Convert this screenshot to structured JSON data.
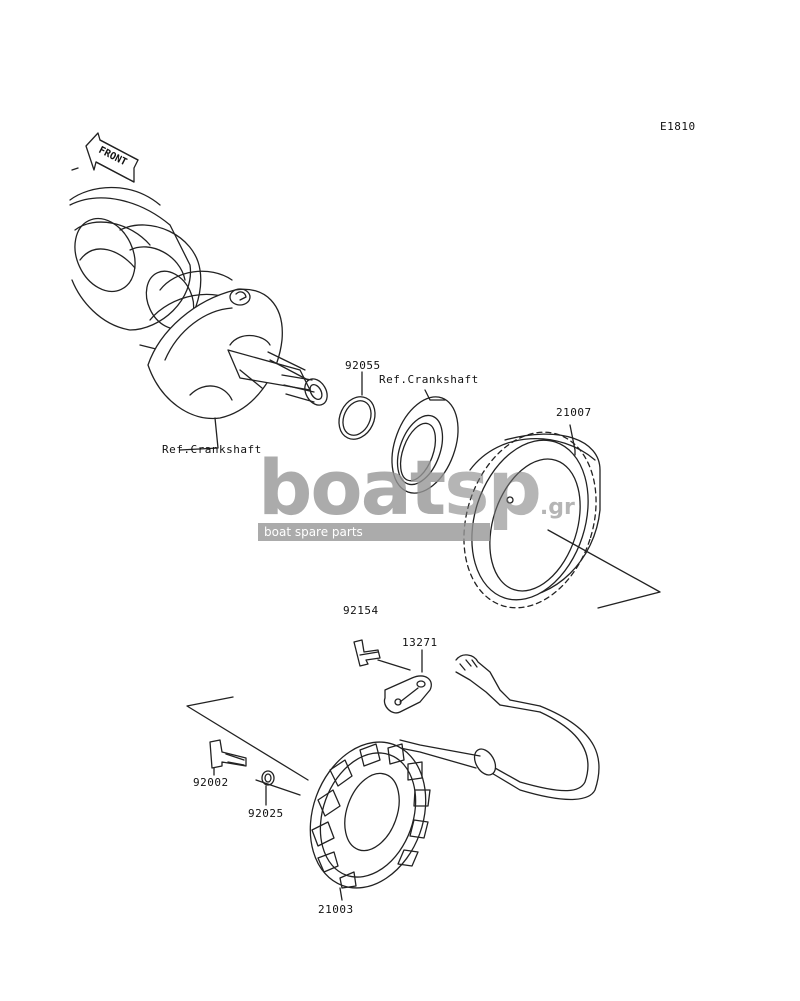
{
  "diagram_code": "E1810",
  "front_marker": "FRONT",
  "labels": {
    "ref_crankshaft_1": "Ref.Crankshaft",
    "ref_crankshaft_2": "Ref.Crankshaft",
    "p92055": "92055",
    "p21007": "21007",
    "p92154": "92154",
    "p13271": "13271",
    "p92002": "92002",
    "p92025": "92025",
    "p21003": "21003"
  },
  "watermark": {
    "brand_a": "boat",
    "brand_b": "sp",
    "suffix": ".gr",
    "tagline": "boat spare parts"
  }
}
